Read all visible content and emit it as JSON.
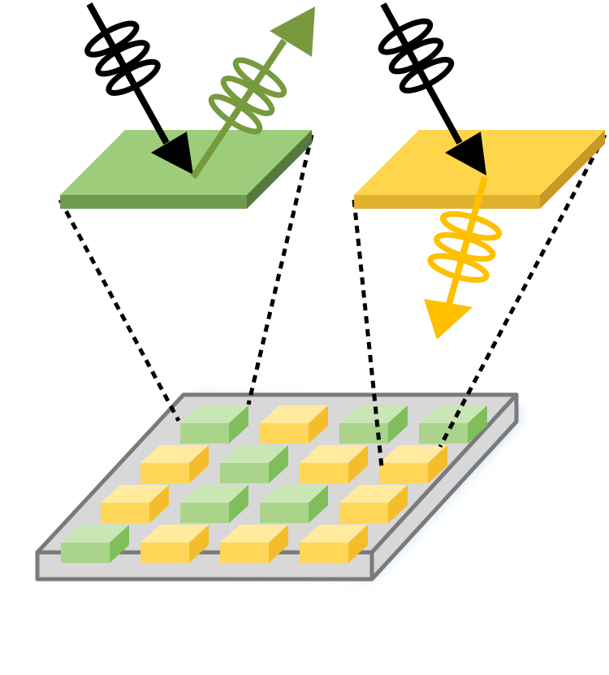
{
  "diagram": {
    "colors": {
      "green_top": "#9dcd7b",
      "green_front": "#6f9a4f",
      "green_side": "#557a3c",
      "green_arrow": "#779a3e",
      "yellow_top": "#ffd54c",
      "yellow_front": "#e0b22e",
      "yellow_side": "#c89a22",
      "yellow_arrow": "#ffc000",
      "black_arrow": "#000000",
      "substrate_top": "#d8d8d8",
      "substrate_edge": "#7a7a7a",
      "substrate_glow": "#bcd6f0",
      "block_green_top": "#c9e6b5",
      "block_green_front": "#a9d48a",
      "block_green_side": "#7fbf5b",
      "block_yellow_top": "#ffea9e",
      "block_yellow_front": "#ffd657",
      "block_yellow_side": "#f4bd2c"
    },
    "blocks": [
      {
        "row": 0,
        "col": 0,
        "kind": "green"
      },
      {
        "row": 0,
        "col": 1,
        "kind": "yellow"
      },
      {
        "row": 0,
        "col": 2,
        "kind": "green"
      },
      {
        "row": 0,
        "col": 3,
        "kind": "green"
      },
      {
        "row": 1,
        "col": 0,
        "kind": "yellow"
      },
      {
        "row": 1,
        "col": 1,
        "kind": "green"
      },
      {
        "row": 1,
        "col": 2,
        "kind": "yellow"
      },
      {
        "row": 1,
        "col": 3,
        "kind": "yellow"
      },
      {
        "row": 2,
        "col": 0,
        "kind": "yellow"
      },
      {
        "row": 2,
        "col": 1,
        "kind": "green"
      },
      {
        "row": 2,
        "col": 2,
        "kind": "green"
      },
      {
        "row": 2,
        "col": 3,
        "kind": "yellow"
      },
      {
        "row": 3,
        "col": 0,
        "kind": "green"
      },
      {
        "row": 3,
        "col": 1,
        "kind": "yellow"
      },
      {
        "row": 3,
        "col": 2,
        "kind": "yellow"
      },
      {
        "row": 3,
        "col": 3,
        "kind": "yellow"
      }
    ]
  }
}
